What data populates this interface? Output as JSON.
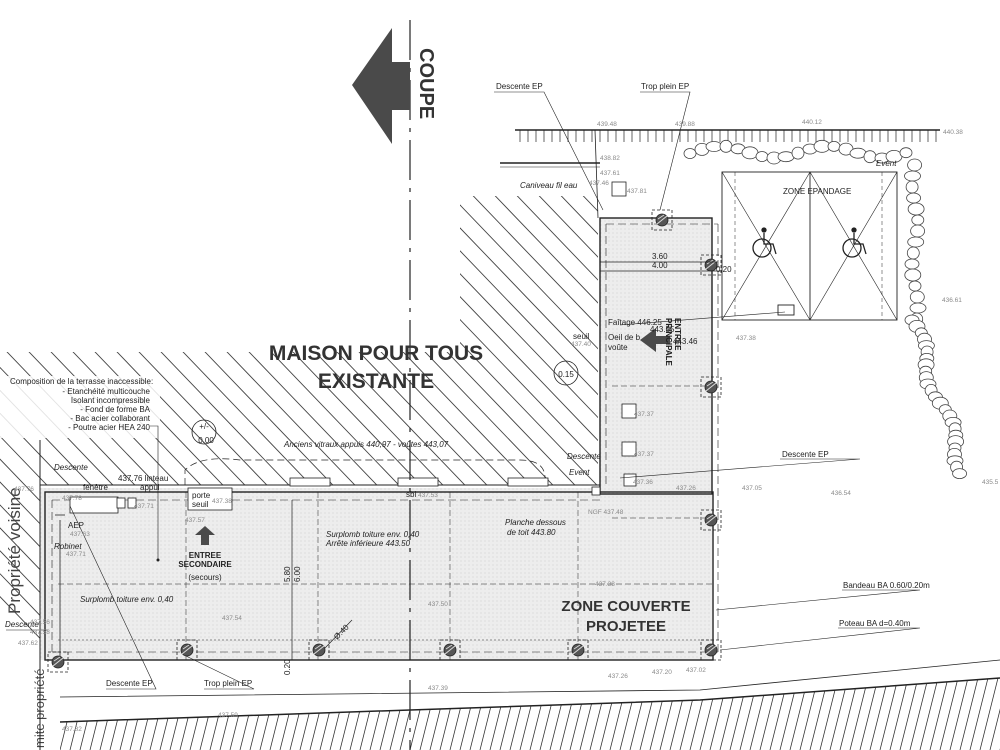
{
  "colors": {
    "line": "#222222",
    "hatch": "#444444",
    "fill_gray": "#e9e9e9",
    "arrow": "#4a4a4a",
    "elevation": "#8a8a8a"
  },
  "icons": [
    "section-arrow-icon",
    "wheelchair-icon",
    "entrance-arrow-icon",
    "column-marker-icon"
  ],
  "section": {
    "label": "COUPE"
  },
  "titles": {
    "existing_line1": "MAISON POUR TOUS",
    "existing_line2": "EXISTANTE",
    "covered_line1": "ZONE COUVERTE",
    "covered_line2": "PROJETEE",
    "neighbor": "Propriété voisine",
    "boundary": "mite propriété"
  },
  "terrace_composition": [
    "Composition de la terrasse inaccessible:",
    "- Etanchéité multicouche",
    "Isolant incompressible",
    "- Fond de forme BA",
    "- Bac acier collaborant",
    "- Poutre acier HEA 240"
  ],
  "callouts": {
    "descente_ep_top": "Descente EP",
    "trop_plein_top": "Trop plein EP",
    "caniveau": "Caniveau fil eau",
    "event_top": "Event",
    "zone_epandage": "ZONE EPANDAGE",
    "faitage": "Faîtage 446.25",
    "faitage_val2": "443.55",
    "oeil": "Oeil de b",
    "oeil_val": "443.46",
    "voute": "voûte",
    "entree": "ENTREE",
    "principale": "PRINCIPALE",
    "seuil": "seuil",
    "seuil_val": "437.40",
    "circle_015": "0.15",
    "circle_000_sign": "+/-",
    "circle_000": "0.00",
    "anciens_vitraux": "Anciens vitraux appuis 440,97 - voûtes 443,07",
    "descente_left": "Descente",
    "linteau": "437.76 linteau",
    "appui": "appui",
    "fenetre": "fenêtre",
    "porte": "porte",
    "seuil2": "seuil",
    "sbl": "sbl",
    "event_mid": "Event",
    "descente_ep_right": "Descente EP",
    "ngf": "NGF 437.48",
    "aep": "AEP",
    "robinet": "Robinet",
    "entree_sec1": "ENTREE",
    "entree_sec2": "SECONDAIRE",
    "secours": "(secours)",
    "surplomb_left": "Surplomb toiture env. 0,40",
    "surplomb_mid1": "Surplomb toiture env. 0,40",
    "surplomb_mid2": "Arrête inférieure   443.50",
    "planche1": "Planche dessous",
    "planche2": "de toit 443.80",
    "bandeau": "Bandeau BA 0.60/0.20m",
    "poteau": "Poteau BA d=0.40m",
    "descente_ep_bottom": "Descente EP",
    "trop_plein_bottom": "Trop plein EP",
    "descente_bottom_left": "Descente"
  },
  "dimensions": {
    "d1": "3.60",
    "d2": "4.00",
    "d3": "5.80",
    "d4": "6.00",
    "d5": "Ø.40",
    "d6": "0.20",
    "d7": "0.20"
  },
  "elevations": [
    "439.48",
    "439.88",
    "440.12",
    "440.38",
    "438.82",
    "437.61",
    "437.81",
    "437.46",
    "436.61",
    "437.38",
    "437.37",
    "437.37",
    "437.36",
    "437.26",
    "437.05",
    "436.54",
    "435.5",
    "437.76",
    "437.78",
    "437.71",
    "437.38",
    "437.57",
    "437.53",
    "437.63",
    "437.71",
    "437.56",
    "437.58",
    "437.62",
    "437.54",
    "437.50",
    "437.38",
    "437.39",
    "437.26",
    "437.20",
    "437.02",
    "437.59",
    "437.82"
  ]
}
